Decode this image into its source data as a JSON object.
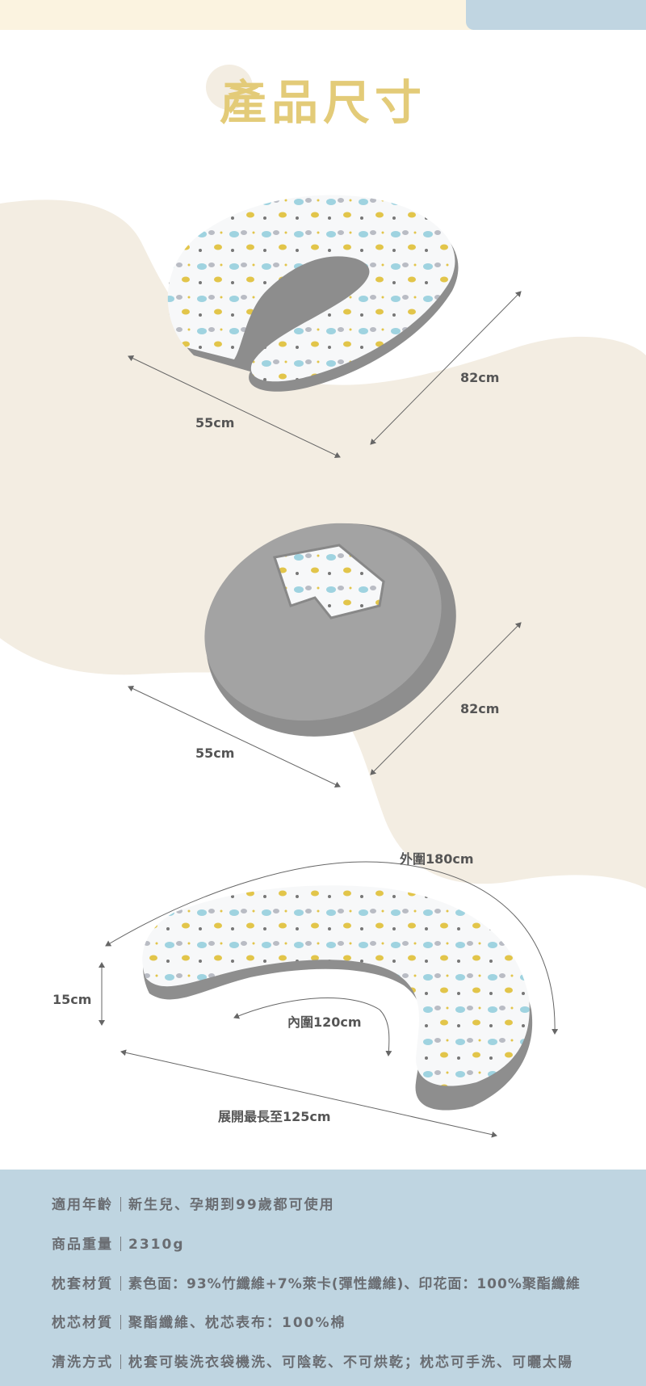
{
  "header": {
    "title": "產品尺寸"
  },
  "diagrams": {
    "pillow_top": {
      "width_label": "55cm",
      "length_label": "82cm"
    },
    "pillow_cushion": {
      "width_label": "55cm",
      "length_label": "82cm"
    },
    "pillow_side": {
      "outer_label": "外圍180cm",
      "height_label": "15cm",
      "inner_label": "內圍120cm",
      "unfolded_label": "展開最長至125cm"
    }
  },
  "specs": [
    {
      "label": "適用年齡",
      "value": "新生兒、孕期到99歲都可使用"
    },
    {
      "label": "商品重量",
      "value": "2310g"
    },
    {
      "label": "枕套材質",
      "value": "素色面：93%竹纖維+7%萊卡(彈性纖維)、印花面：100%聚酯纖維"
    },
    {
      "label": "枕芯材質",
      "value": "聚酯纖維、枕芯表布：100%棉"
    },
    {
      "label": "清洗方式",
      "value": "枕套可裝洗衣袋機洗、可陰乾、不可烘乾；枕芯可手洗、可曬太陽"
    }
  ],
  "colors": {
    "accent": "#e3cb78",
    "beige": "#f3ede2",
    "blue": "#bfd5e1",
    "text": "#6a6d72"
  }
}
